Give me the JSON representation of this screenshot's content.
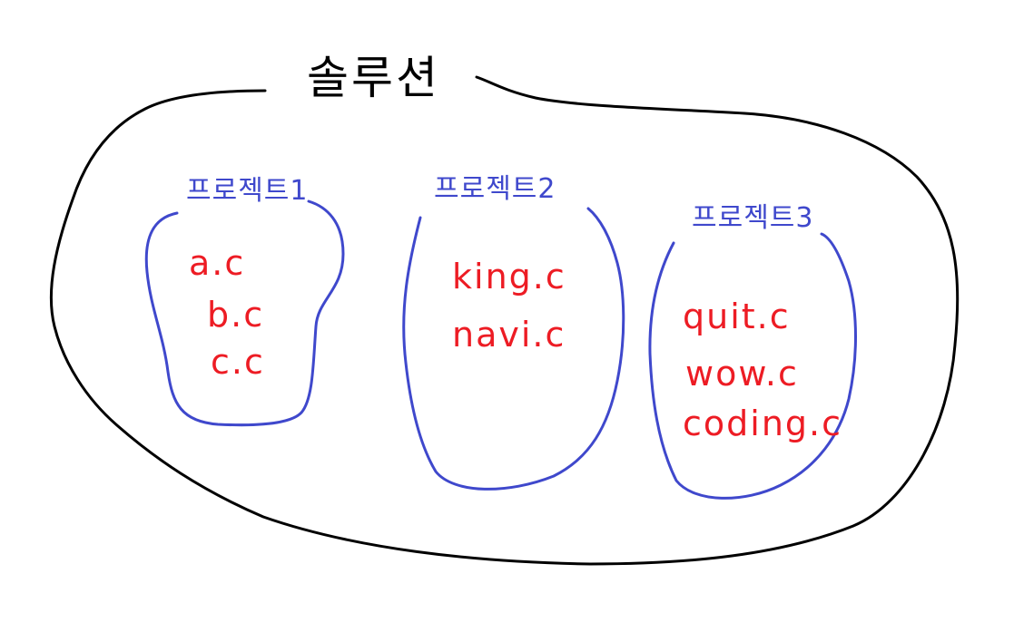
{
  "diagram": {
    "solution": {
      "label": "솔루션"
    },
    "projects": [
      {
        "label": "프로젝트1",
        "files": [
          "a.c",
          "b.c",
          "c.c"
        ]
      },
      {
        "label": "프로젝트2",
        "files": [
          "king.c",
          "navi.c"
        ]
      },
      {
        "label": "프로젝트3",
        "files": [
          "quit.c",
          "wow.c",
          "coding.c"
        ]
      }
    ]
  },
  "colors": {
    "background": "#ffffff",
    "solution_stroke": "#000000",
    "project_stroke": "#3f48cc",
    "project_label": "#3f48cc",
    "file_label": "#ed1c24"
  }
}
